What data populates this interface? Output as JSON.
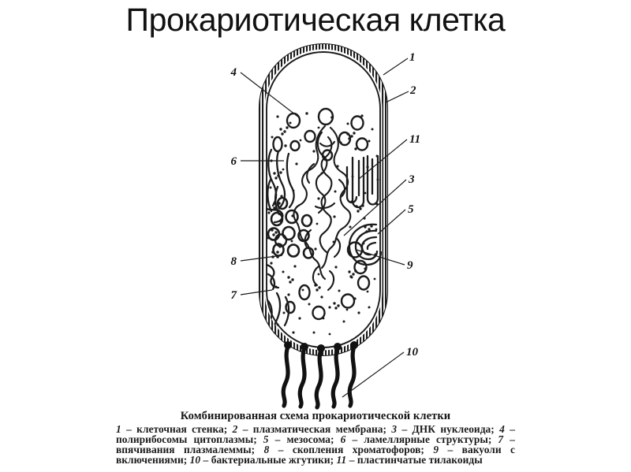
{
  "page": {
    "title": "Прокариотическая клетка",
    "background_color": "#ffffff",
    "ink_color": "#1a1a1a"
  },
  "figure": {
    "name": "combined-scheme-of-prokaryotic-cell",
    "shape": "rod-shaped (bacillus) cell with rounded poles",
    "flagella_count": 5,
    "callouts": [
      {
        "number": "1",
        "side": "right",
        "target": "cell wall (outer hatched envelope)"
      },
      {
        "number": "2",
        "side": "right",
        "target": "plasma membrane (inner envelope line)"
      },
      {
        "number": "11",
        "side": "right",
        "target": "lamellar thylakoids (right loops)"
      },
      {
        "number": "3",
        "side": "right",
        "target": "nucleoid DNA (central tangled filament)"
      },
      {
        "number": "5",
        "side": "right",
        "target": "mesosome (concentric whorl)"
      },
      {
        "number": "9",
        "side": "right",
        "target": "vacuoles with inclusions (large open circles)"
      },
      {
        "number": "10",
        "side": "right",
        "target": "bacterial flagella"
      },
      {
        "number": "4",
        "side": "left",
        "target": "cytoplasmic polyribosomes (dot clusters)"
      },
      {
        "number": "6",
        "side": "left",
        "target": "lamellar structures (left loops)"
      },
      {
        "number": "8",
        "side": "left",
        "target": "chromatophore clusters (ring groups)"
      },
      {
        "number": "7",
        "side": "left",
        "target": "plasmalemma invaginations"
      }
    ]
  },
  "caption": {
    "title": "Комбинированная схема прокариотической клетки",
    "legend_items": [
      {
        "ref": "1",
        "text": "клеточная стенка"
      },
      {
        "ref": "2",
        "text": "плазматическая мембрана"
      },
      {
        "ref": "3",
        "text": "ДНК нуклеоида"
      },
      {
        "ref": "4",
        "text": "полирибосомы цитоплазмы"
      },
      {
        "ref": "5",
        "text": "мезосома"
      },
      {
        "ref": "6",
        "text": "ламеллярные структуры"
      },
      {
        "ref": "7",
        "text": "впячивания плазмалеммы"
      },
      {
        "ref": "8",
        "text": "скопления хроматофоров"
      },
      {
        "ref": "9",
        "text": "вакуоли с включениями"
      },
      {
        "ref": "10",
        "text": "бактериальные жгутики"
      },
      {
        "ref": "11",
        "text": "пластинчатые тилакоиды"
      }
    ],
    "separator": " – ",
    "item_separator": "; "
  }
}
